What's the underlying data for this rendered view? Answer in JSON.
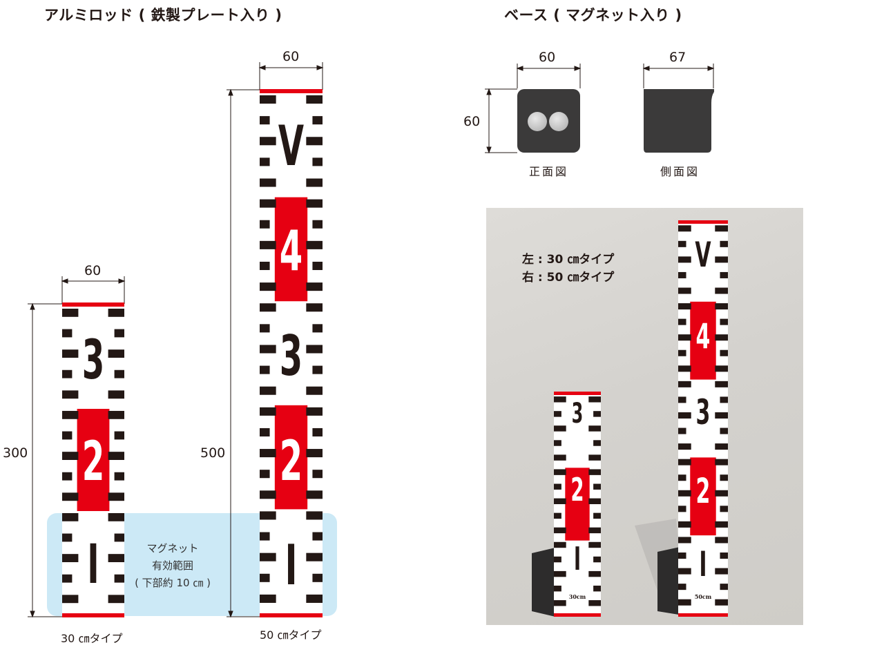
{
  "titles": {
    "rod": "アルミロッド ( 鉄製プレート入り )",
    "base": "ベース ( マグネット入り )"
  },
  "dimensions": {
    "rod30_width": "60",
    "rod30_height": "300",
    "rod50_width": "60",
    "rod50_height": "500",
    "base_front_width": "60",
    "base_front_height": "60",
    "base_side_width": "67"
  },
  "captions": {
    "rod30": "30 ㎝タイプ",
    "rod50": "50 ㎝タイプ",
    "base_front": "正面図",
    "base_side": "側面図"
  },
  "magnet": {
    "line1": "マグネット",
    "line2": "有効範囲",
    "line3": "( 下部約 10 ㎝ )"
  },
  "rod30_digits": [
    "3",
    "2",
    "I"
  ],
  "rod50_digits": [
    "V",
    "4",
    "3",
    "2",
    "I"
  ],
  "photo": {
    "caption_left": "左 : 30 ㎝タイプ",
    "caption_right": "右 : 50 ㎝タイプ",
    "small_rod_label": "30cm",
    "large_rod_label": "50cm"
  },
  "colors": {
    "red": "#e60012",
    "black": "#231815",
    "magnet_zone": "#cce9f6",
    "base_body": "#3b3a3a"
  }
}
